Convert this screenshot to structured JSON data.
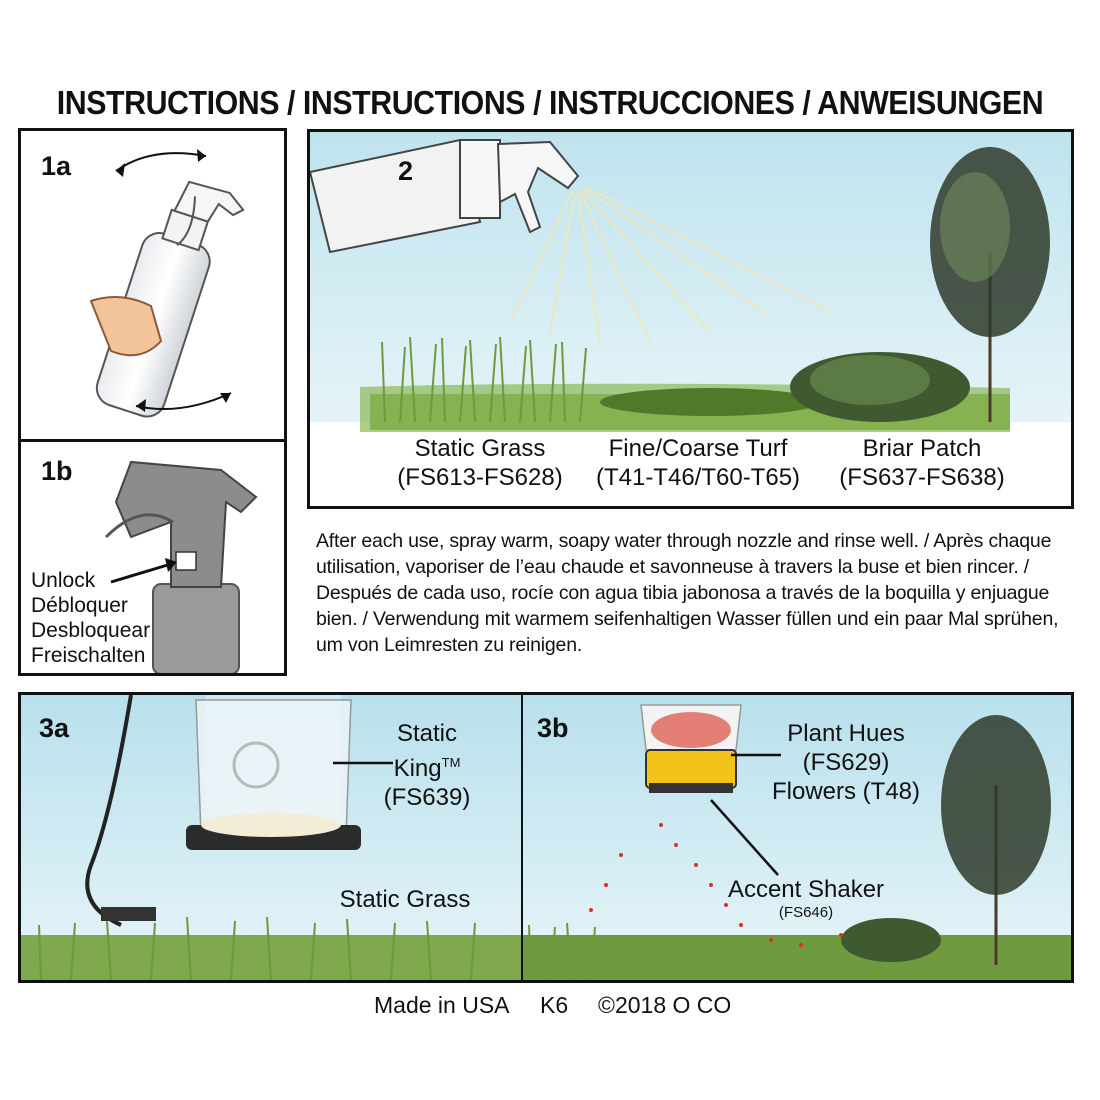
{
  "header": {
    "title": "INSTRUCTIONS / INSTRUCTIONS / INSTRUCCIONES /  ANWEISUNGEN"
  },
  "panels": {
    "p1a": {
      "step": "1a"
    },
    "p1b": {
      "step": "1b",
      "unlock": [
        "Unlock",
        "Débloquer",
        "Desbloquear",
        "Freischalten"
      ]
    },
    "p2": {
      "step": "2",
      "labels": [
        {
          "name": "Static Grass",
          "code": "(FS613-FS628)"
        },
        {
          "name": "Fine/Coarse Turf",
          "code": "(T41-T46/T60-T65)"
        },
        {
          "name": "Briar Patch",
          "code": "(FS637-FS638)"
        }
      ]
    },
    "p3a": {
      "step": "3a",
      "product_line1": "Static",
      "product_line2": "King",
      "trademark": "TM",
      "product_code": "(FS639)",
      "grass_label": "Static Grass"
    },
    "p3b": {
      "step": "3b",
      "hues": "Plant Hues",
      "hues_code": "(FS629)",
      "flowers": "Flowers (T48)",
      "shaker": "Accent Shaker",
      "shaker_code": "(FS646)"
    }
  },
  "care_note": "After each use, spray warm, soapy water through nozzle and rinse well. / Après chaque utilisation, vaporiser de l’eau chaude et savonneuse à travers la buse et bien rincer. / Después de cada uso, rocíe con agua tibia jabonosa a través de la boquilla y enjuague bien. / Verwendung mit warmem seifenhaltigen Wasser füllen und ein paar Mal sprühen, um von Leimresten zu reinigen.",
  "footer": {
    "made_in": "Made in USA",
    "code": "K6",
    "copyright": "©2018 O CO"
  },
  "colors": {
    "sky": "#bfe3ee",
    "grass": "#5e8f2c",
    "tree": "#2f3a2a",
    "flower": "#d8321f",
    "shaker": "#f2c21b",
    "border": "#111111"
  }
}
